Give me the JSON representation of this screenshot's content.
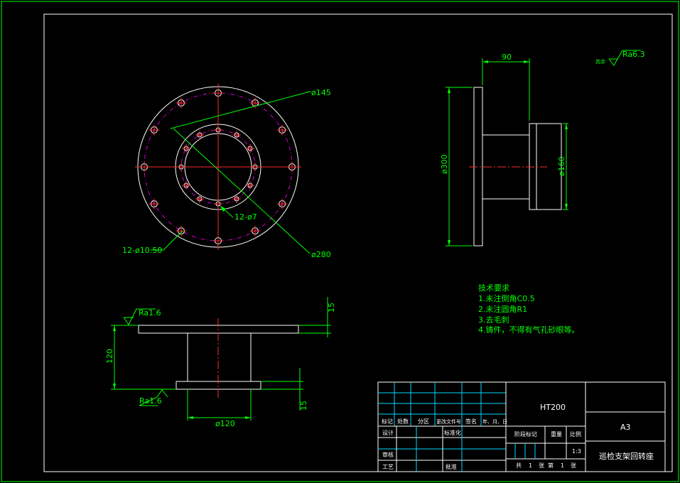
{
  "dimensions": {
    "hole_circle_outer": "ø145",
    "holes_outer": "12-ø10.50",
    "holes_inner": "12-ø7",
    "outer_dia": "ø280",
    "length_90": "90",
    "dia_300": "ø300",
    "dia_160": "ø160",
    "thickness_top": "15",
    "thickness_bottom": "15",
    "height_120": "120",
    "dia_120": "ø120"
  },
  "roughness": {
    "remainder_label": "其余",
    "ra_63": "Ra6.3",
    "ra_16_top": "Ra1.6",
    "ra_16_bottom": "Ra1.6"
  },
  "technical_requirements": {
    "title": "技术要求",
    "items": [
      "1.未注倒角C0.5",
      "2.未注圆角R1",
      "3.去毛刺",
      "4.铸件，不得有气孔砂眼等。"
    ]
  },
  "title_block": {
    "material": "HT200",
    "sheet_size": "A3",
    "part_name": "巡检支架回转座",
    "col_mark": "标记",
    "col_count": "处数",
    "col_zone": "分区",
    "col_change_doc": "更改文件号",
    "col_sign": "签名",
    "col_date": "年、月、日",
    "designer": "设计",
    "standardization": "标准化",
    "stage_mark": "阶段标记",
    "weight": "重量",
    "scale": "比例",
    "scale_value": "1:3",
    "review": "审核",
    "process": "工艺",
    "approve": "批准",
    "sheet_total_pre": "共",
    "sheet_total": "1",
    "sheet_unit_a": "张",
    "sheet_no_pre": "第",
    "sheet_no": "1",
    "sheet_unit_b": "张"
  }
}
